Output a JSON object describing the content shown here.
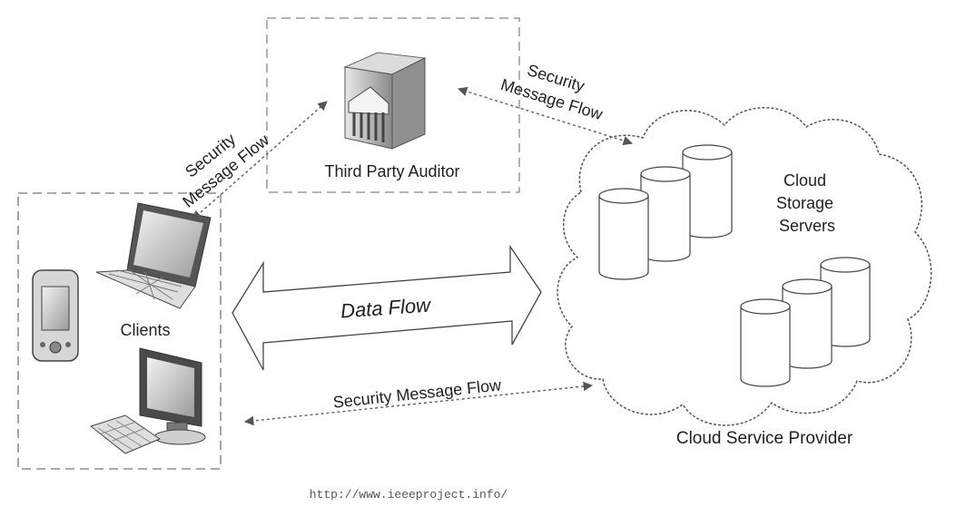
{
  "diagram": {
    "third_party_auditor": {
      "label": "Third Party Auditor"
    },
    "clients": {
      "label": "Clients"
    },
    "cloud": {
      "storage_label_lines": [
        "Cloud",
        "Storage",
        "Servers"
      ],
      "provider_label": "Cloud Service Provider"
    },
    "flows": {
      "tpa_client_lines": [
        "Security",
        "Message Flow"
      ],
      "tpa_cloud_lines": [
        "Security",
        "Message Flow"
      ],
      "data_flow": "Data Flow",
      "client_cloud": "Security Message Flow"
    },
    "footer_url": "http://www.ieeeproject.info/"
  }
}
